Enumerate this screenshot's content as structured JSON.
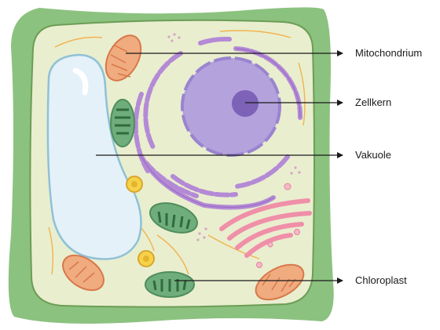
{
  "labels": {
    "mitochondrion": "Mitochondrium",
    "nucleus": "Zellkern",
    "vacuole": "Vakuole",
    "chloroplast": "Chloroplast"
  },
  "colors": {
    "cell_wall": "#8cc27f",
    "cytoplasm": "#e9eecf",
    "vacuole": "#e4f1f8",
    "nucleus": "#b4a2dd",
    "nucleolus": "#7d62b7",
    "er": "#b48ad6",
    "golgi": "#f08fa8",
    "mitochondrion": "#f0ab7f",
    "chloroplast": "#70ad7c",
    "leader_line": "#1a1a1a"
  }
}
